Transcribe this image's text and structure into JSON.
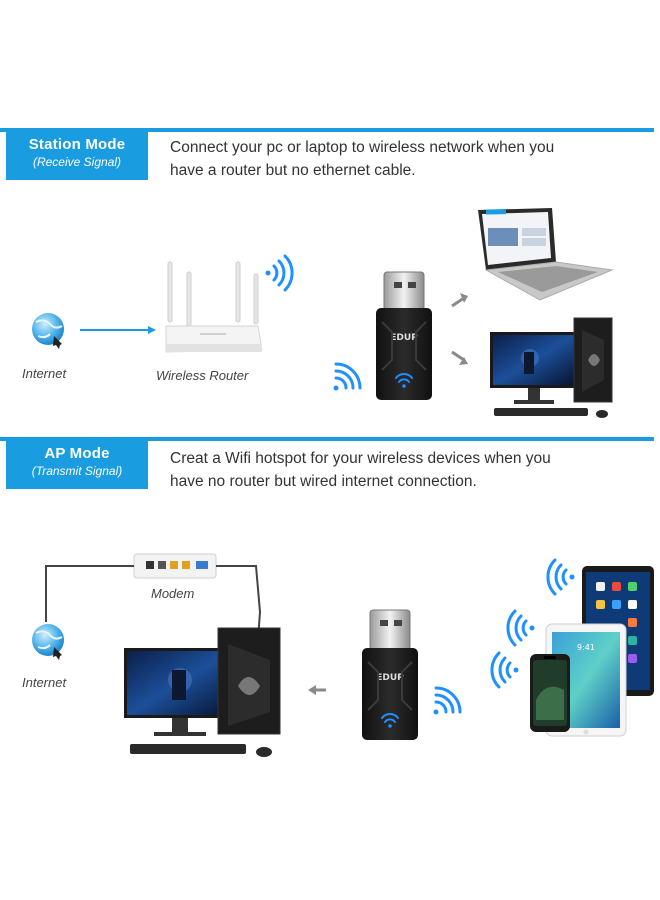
{
  "station": {
    "title": "Station Mode",
    "subtitle": "(Receive Signal)",
    "description_line1": "Connect your pc or laptop to wireless network when you",
    "description_line2": "have a router but no ethernet cable."
  },
  "ap": {
    "title": "AP Mode",
    "subtitle": "(Transmit Signal)",
    "description_line1": "Creat a Wifi hotspot for your wireless devices when you",
    "description_line2": "have no router but wired internet connection."
  },
  "labels": {
    "internet": "Internet",
    "wireless_router": "Wireless Router",
    "modem": "Modem"
  },
  "colors": {
    "accent": "#1a9ce0",
    "wifi": "#1e90ff",
    "adapter": "#1c1c1c"
  },
  "icons": [
    "globe-icon",
    "router-icon",
    "wifi-icon",
    "usb-adapter-icon",
    "laptop-icon",
    "desktop-pc-icon",
    "modem-icon",
    "tablet-icon",
    "smartphone-icon"
  ]
}
